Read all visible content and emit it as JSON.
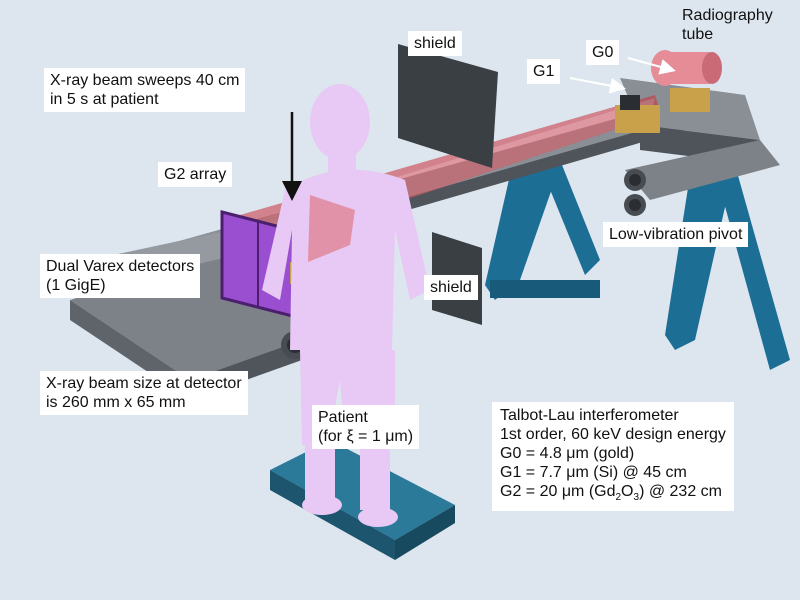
{
  "labels": {
    "radiography_tube": [
      "Radiography",
      "tube"
    ],
    "g0": "G0",
    "g1": "G1",
    "shield_top": "shield",
    "beam_sweep": [
      "X-ray beam sweeps 40 cm",
      "in 5 s at patient"
    ],
    "g2_array": "G2 array",
    "low_vibration_pivot": "Low-vibration pivot",
    "dual_detectors": [
      "Dual Varex detectors",
      "(1 GigE)"
    ],
    "shield_bottom": "shield",
    "beam_size": [
      "X-ray beam size at detector",
      "is 260 mm x 65 mm"
    ],
    "patient": [
      "Patient",
      "(for ξ = 1 μm)"
    ],
    "interferometer": {
      "title": "Talbot-Lau interferometer",
      "order": "1st order, 60 keV design energy",
      "g0": "G0 = 4.8 μm (gold)",
      "g1": "G1 = 7.7 μm (Si) @ 45 cm",
      "g2_pre": "G2 = 20 μm (Gd",
      "g2_sub1": "2",
      "g2_mid": "O",
      "g2_sub2": "3",
      "g2_post": ") @ 232 cm"
    }
  },
  "colors": {
    "background": "#dde6ef",
    "rail": "#8a8f95",
    "rail_dark": "#4f545a",
    "support": "#1d6e95",
    "base": "#1f5f7a",
    "beam": "#c8323c",
    "patient": "#e8c8f4",
    "shield": "#3a3f44",
    "g2_panel": "#9a4fd0",
    "tube": "#e58c97",
    "electronics": "#c9a14a"
  },
  "icons": [
    "patient-figure",
    "radiography-tube-icon",
    "grating-icon",
    "detector-icon",
    "shield-plate",
    "rail-beam",
    "support-a-frame"
  ]
}
